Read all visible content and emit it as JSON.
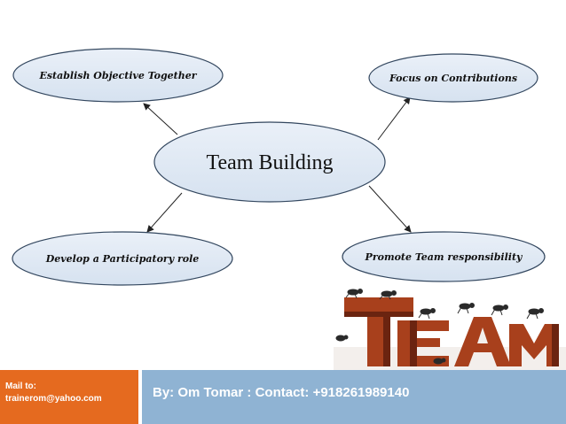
{
  "diagram": {
    "center": "Team Building",
    "nodes": {
      "top_left": "Establish Objective Together",
      "top_right": "Focus on Contributions",
      "bottom_left": "Develop a Participatory role",
      "bottom_right": "Promote Team responsibility"
    }
  },
  "logo": {
    "text": "TEAM",
    "colors": {
      "letters": "#a8401c",
      "shadow": "#6b2410"
    }
  },
  "footer": {
    "mail_label": "Mail to:",
    "mail_address": "trainerom@yahoo.com",
    "byline": "By: Om Tomar  : Contact: +918261989140",
    "colors": {
      "left": "#e56a1f",
      "right": "#8fb3d3"
    }
  },
  "colors": {
    "ellipse_fill": "#dde7f3",
    "ellipse_stroke": "#33475f"
  }
}
